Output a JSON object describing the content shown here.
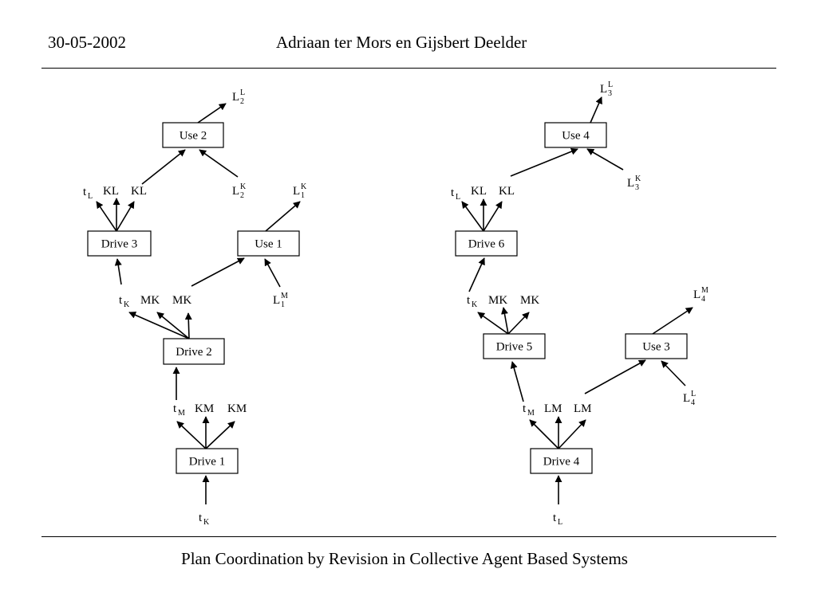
{
  "header": {
    "date": "30-05-2002",
    "authors": "Adriaan ter Mors en Gijsbert Deelder"
  },
  "footer": {
    "title": "Plan Coordination by Revision in Collective Agent Based Systems"
  },
  "diagram": {
    "left_plan": {
      "boxes": {
        "use2": "Use 2",
        "drive3": "Drive 3",
        "use1": "Use 1",
        "drive2": "Drive 2",
        "drive1": "Drive 1"
      },
      "labels": {
        "l2l": {
          "base": "L",
          "sub": "2",
          "sup": "L"
        },
        "tl": {
          "base": "t",
          "sub": "L"
        },
        "kl_a": {
          "base": "KL"
        },
        "kl_b": {
          "base": "KL"
        },
        "l2k": {
          "base": "L",
          "sub": "2",
          "sup": "K"
        },
        "l1k": {
          "base": "L",
          "sub": "1",
          "sup": "K"
        },
        "tk_mid": {
          "base": "t",
          "sub": "K"
        },
        "mk_a": {
          "base": "MK"
        },
        "mk_b": {
          "base": "MK"
        },
        "l1m": {
          "base": "L",
          "sub": "1",
          "sup": "M"
        },
        "tm": {
          "base": "t",
          "sub": "M"
        },
        "km_a": {
          "base": "KM"
        },
        "km_b": {
          "base": "KM"
        },
        "tk_bottom": {
          "base": "t",
          "sub": "K"
        }
      }
    },
    "right_plan": {
      "boxes": {
        "use4": "Use 4",
        "drive6": "Drive 6",
        "drive5": "Drive 5",
        "use3": "Use 3",
        "drive4": "Drive 4"
      },
      "labels": {
        "l3l": {
          "base": "L",
          "sub": "3",
          "sup": "L"
        },
        "tl": {
          "base": "t",
          "sub": "L"
        },
        "kl_a": {
          "base": "KL"
        },
        "kl_b": {
          "base": "KL"
        },
        "l3k": {
          "base": "L",
          "sub": "3",
          "sup": "K"
        },
        "tk": {
          "base": "t",
          "sub": "K"
        },
        "mk_a": {
          "base": "MK"
        },
        "mk_b": {
          "base": "MK"
        },
        "l4m": {
          "base": "L",
          "sub": "4",
          "sup": "M"
        },
        "tm": {
          "base": "t",
          "sub": "M"
        },
        "lm_a": {
          "base": "LM"
        },
        "lm_b": {
          "base": "LM"
        },
        "l4l": {
          "base": "L",
          "sub": "4",
          "sup": "L"
        },
        "tl_bottom": {
          "base": "t",
          "sub": "L"
        }
      }
    }
  }
}
